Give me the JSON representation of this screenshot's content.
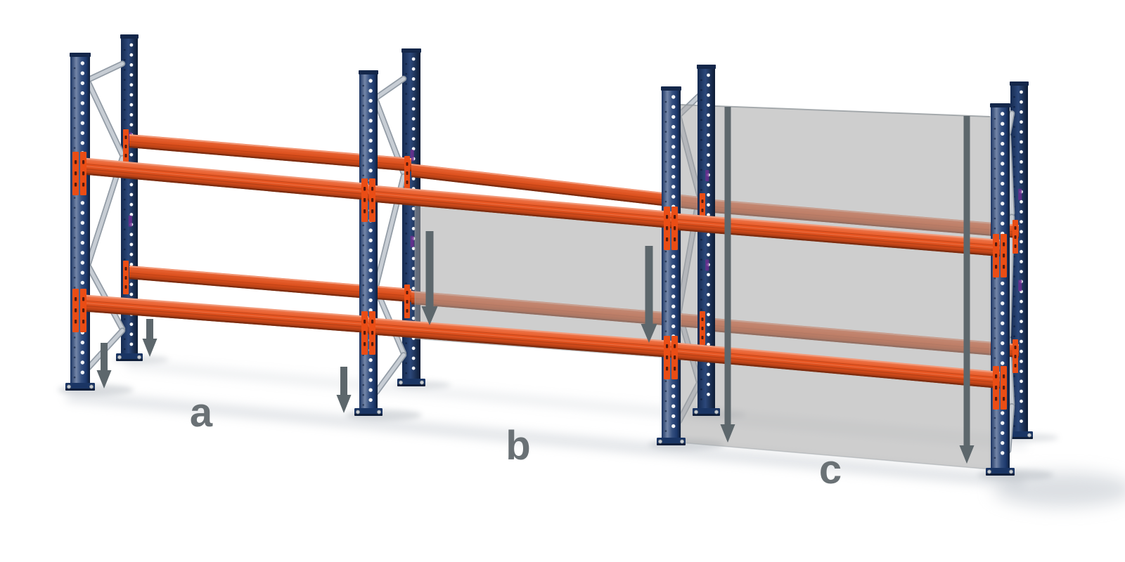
{
  "illustration": {
    "subject": "pallet-racking-three-bays",
    "description": "3D rendered pallet racking row with four blue upright frames, two orange beam levels per bay, gray infill panels and gray down-arrows marking bays a, b and c",
    "background": "#ffffff"
  },
  "bays": [
    {
      "label": "a",
      "beam_levels": 2,
      "panel": "none",
      "arrows": [
        {
          "style": "short",
          "at": "frame-1-front-base"
        },
        {
          "style": "short",
          "at": "frame-1-rear-base"
        }
      ]
    },
    {
      "label": "b",
      "beam_levels": 2,
      "panel": "partial-height-between-beam-levels",
      "arrows": [
        {
          "style": "short",
          "at": "frame-2-base"
        },
        {
          "style": "medium",
          "at": "panel-top-to-lower-beam-left"
        },
        {
          "style": "medium",
          "at": "panel-top-to-lower-beam-right"
        }
      ]
    },
    {
      "label": "c",
      "beam_levels": 2,
      "panel": "full-height-to-floor",
      "arrows": [
        {
          "style": "tall",
          "at": "panel-top-to-floor-left"
        },
        {
          "style": "tall",
          "at": "panel-top-to-floor-right"
        }
      ]
    }
  ],
  "structure": {
    "frames": 4,
    "beam_levels_per_bay": 2,
    "beams_per_level": 2
  },
  "colors": {
    "background": "#ffffff",
    "frame_blue": "#1e3c72",
    "beam_orange": "#e8521c",
    "bracket_orange": "#ea4d15",
    "bracing_silver": "#b7bfc8",
    "panel_gray": "#a6a6a6",
    "arrow_gray": "#5d676c",
    "label_gray": "#6a7175",
    "shadow_gray": "#b9c0c8",
    "hole_white": "#ffffff",
    "accent_purple": "#6e2d92"
  }
}
